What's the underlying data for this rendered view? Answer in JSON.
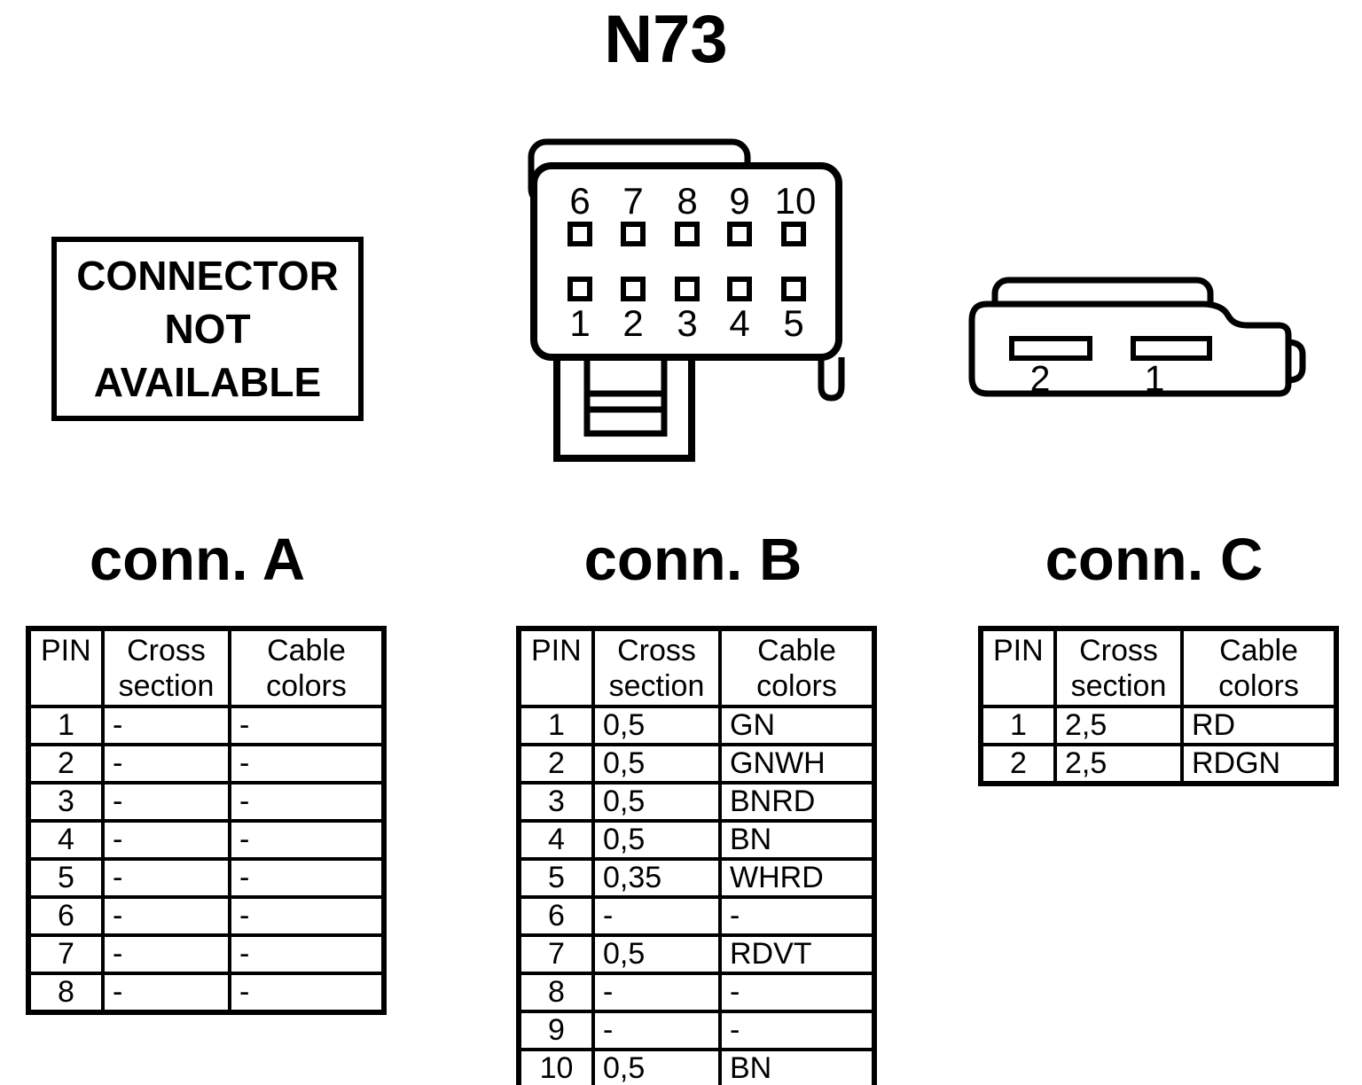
{
  "title": "N73",
  "colors": {
    "ink": "#000000",
    "paper": "#ffffff"
  },
  "not_available_box": {
    "lines": [
      "CONNECTOR",
      "NOT",
      "AVAILABLE"
    ]
  },
  "connector_b_diagram": {
    "top_pins": [
      "6",
      "7",
      "8",
      "9",
      "10"
    ],
    "bottom_pins": [
      "1",
      "2",
      "3",
      "4",
      "5"
    ]
  },
  "connector_c_diagram": {
    "pins": [
      "2",
      "1"
    ]
  },
  "tables": [
    {
      "title": "conn. A",
      "headers": [
        "PIN",
        "Cross section",
        "Cable colors"
      ],
      "rows": [
        [
          "1",
          "-",
          "-"
        ],
        [
          "2",
          "-",
          "-"
        ],
        [
          "3",
          "-",
          "-"
        ],
        [
          "4",
          "-",
          "-"
        ],
        [
          "5",
          "-",
          "-"
        ],
        [
          "6",
          "-",
          "-"
        ],
        [
          "7",
          "-",
          "-"
        ],
        [
          "8",
          "-",
          "-"
        ]
      ]
    },
    {
      "title": "conn. B",
      "headers": [
        "PIN",
        "Cross section",
        "Cable colors"
      ],
      "rows": [
        [
          "1",
          "0,5",
          "GN"
        ],
        [
          "2",
          "0,5",
          "GNWH"
        ],
        [
          "3",
          "0,5",
          "BNRD"
        ],
        [
          "4",
          "0,5",
          "BN"
        ],
        [
          "5",
          "0,35",
          "WHRD"
        ],
        [
          "6",
          "-",
          "-"
        ],
        [
          "7",
          "0,5",
          "RDVT"
        ],
        [
          "8",
          "-",
          "-"
        ],
        [
          "9",
          "-",
          "-"
        ],
        [
          "10",
          "0,5",
          "BN"
        ]
      ]
    },
    {
      "title": "conn. C",
      "headers": [
        "PIN",
        "Cross section",
        "Cable colors"
      ],
      "rows": [
        [
          "1",
          "2,5",
          "RD"
        ],
        [
          "2",
          "2,5",
          "RDGN"
        ]
      ]
    }
  ]
}
